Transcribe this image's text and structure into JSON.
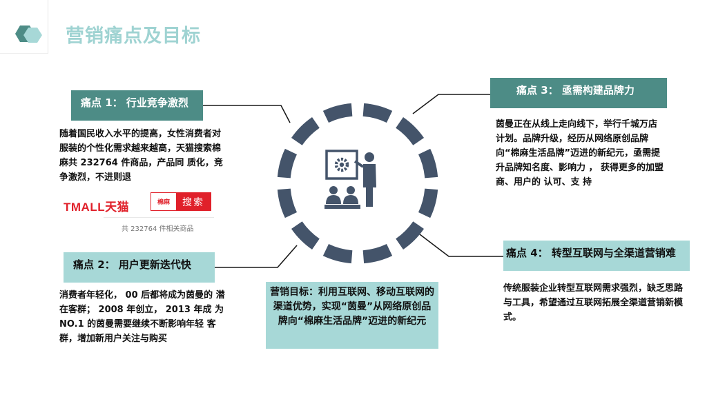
{
  "header": {
    "title": "营销痛点及目标"
  },
  "pain_points": [
    {
      "tag": "痛点 1： 行业竞争激烈",
      "body": "随着国民收入水平的提高，女性消费者对服装的个性化需求越来越高，天猫搜索棉麻共 232764 件商品，产品同 质化，竞争激烈，不进则退"
    },
    {
      "tag": "痛点 2： 用户更新迭代快",
      "body": "消费者年轻化， 00 后都将成为茵曼的 潜在客群； 2008 年创立， 2013 年成 为 NO.1 的茵曼需要继续不断影响年轻 客群，增加新用户关注与购买"
    },
    {
      "tag": "痛点 3： 亟需构建品牌力",
      "body": "茵曼正在从线上走向线下，举行千城万店计划。品牌升级，经历从网络原创品牌向“棉麻生活品牌”迈进的新纪元，亟需提升品牌知名度、影响力 ， 获得更多的加盟商、用户的 认可、支 持"
    },
    {
      "tag": "痛点 4： 转型互联网与全渠道营销难",
      "body": "传统服装企业转型互联网需求强烈，缺乏思路与工具，希望通过互联网拓展全渠道营销新模式。"
    }
  ],
  "goal": {
    "text": "营销目标：利用互联网、移动互联网的渠道优势，实现“茵曼”从网络原创品牌向“棉麻生活品牌”迈进的新纪元"
  },
  "tmall": {
    "logo_text": "TMALL天猫",
    "search_query": "棉麻",
    "search_button": "搜索",
    "result_count": "共  232764  件相关商品"
  },
  "colors": {
    "dark_teal": "#4d8c86",
    "light_teal": "#a7d8d7",
    "ring": "#44546a",
    "title": "#9fd3d2",
    "tmall_red": "#e0202a"
  },
  "icons": {
    "center": "presentation-gear-icon",
    "logo": "hexagon-logo-icon"
  }
}
